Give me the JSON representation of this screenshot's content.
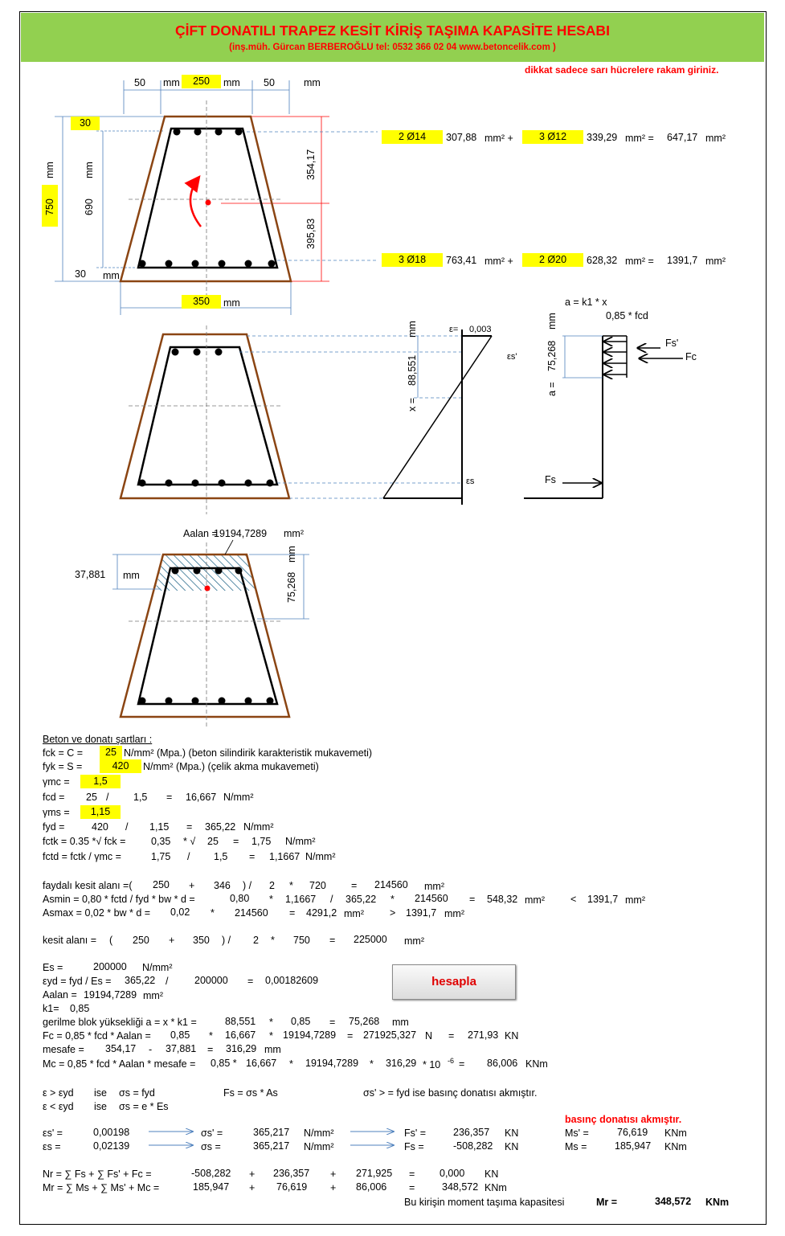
{
  "header": {
    "title": "ÇİFT DONATILI TRAPEZ KESİT KİRİŞ TAŞIMA KAPASİTE HESABI",
    "subtitle": "(inş.müh. Gürcan BERBEROĞLU tel: 0532 366 02 04    www.betoncelik.com )"
  },
  "warning": "dikkat sadece sarı hücrelere rakam giriniz.",
  "units": {
    "mm": "mm",
    "mm2": "mm²",
    "nmm2": "N/mm²",
    "kn": "KN",
    "knm": "KNm"
  },
  "geometry": {
    "left_offset": "50",
    "top_width": "250",
    "right_offset": "50",
    "bottom_width": "350",
    "cover_top": "30",
    "cover_bottom": "30",
    "height": "750",
    "inner_height": "690",
    "upper_dist": "354,17",
    "lower_dist": "395,83"
  },
  "rebar": {
    "top_1": "2 Ø14",
    "top_1_area": "307,88",
    "top_2": "3 Ø12",
    "top_2_area": "339,29",
    "top_total": "647,17",
    "bot_1": "3 Ø18",
    "bot_1_area": "763,41",
    "bot_2": "2 Ø20",
    "bot_2_area": "628,32",
    "bot_total": "1391,7",
    "unit_plus": "mm² +",
    "unit_eq": "mm² ="
  },
  "strain": {
    "eps_label": "ε=",
    "eps_cu": "0,003",
    "eps_s_prime": "εs'",
    "eps_s": "εs",
    "x_label": "x =",
    "x_val": "88,551",
    "a_label": "a =",
    "a_val": "75,268",
    "a_formula": "a = k1 * x",
    "fcd_formula": "0,85 * fcd",
    "fs_prime": "Fs'",
    "fc": "Fc",
    "fs": "Fs"
  },
  "hatch": {
    "aalan_label": "Aalan =",
    "aalan_val": "19194,7289",
    "aalan_unit": "mm²",
    "centroid": "37,881",
    "a_val": "75,268"
  },
  "conditions": {
    "heading": "Beton ve donatı şartları :",
    "fck_label": "fck = C =",
    "fck": "25",
    "fck_desc": "N/mm² (Mpa.) (beton silindirik karakteristik mukavemeti)",
    "fyk_label": "fyk = S =",
    "fyk": "420",
    "fyk_desc": "N/mm² (Mpa.) (çelik akma mukavemeti)",
    "gmc_label": "γmc =",
    "gmc": "1,5",
    "fcd_label": "fcd =",
    "fcd_a": "25",
    "fcd_op": "/",
    "fcd_b": "1,5",
    "fcd_eq": "=",
    "fcd_r": "16,667",
    "fcd_u": "N/mm²",
    "gms_label": "γms =",
    "gms": "1,15",
    "fyd_label": "fyd =",
    "fyd_a": "420",
    "fyd_b": "1,15",
    "fyd_r": "365,22",
    "fyd_u": "N/mm²",
    "fctk_label": "fctk = 0.35 *√ fck =",
    "fctk_a": "0,35",
    "fctk_op": "* √",
    "fctk_b": "25",
    "fctk_r": "1,75",
    "fctk_u": "N/mm²",
    "fctd_label": "fctd = fctk / γmc =",
    "fctd_a": "1,75",
    "fctd_b": "1,5",
    "fctd_r": "1,1667",
    "fctd_u": "N/mm²"
  },
  "section": {
    "fk_label": "faydalı kesit alanı =(",
    "fk_a": "250",
    "fk_plus": "+",
    "fk_b": "346",
    "fk_close": ")  /",
    "fk_c": "2",
    "fk_mul": "*",
    "fk_d": "720",
    "fk_eq": "=",
    "fk_r": "214560",
    "fk_u": "mm²",
    "asmin_label": "Asmin = 0,80 * fctd / fyd * bw * d =",
    "asmin_a": "0,80",
    "asmin_b": "1,1667",
    "asmin_c": "365,22",
    "asmin_d": "214560",
    "asmin_r": "548,32",
    "asmin_lt": "<",
    "asmin_cmp": "1391,7",
    "asmax_label": "Asmax = 0,02 * bw * d =",
    "asmax_a": "0,02",
    "asmax_b": "214560",
    "asmax_r": "4291,2",
    "asmax_gt": ">",
    "asmax_cmp": "1391,7",
    "ka_label": "kesit alanı =",
    "ka_open": "(",
    "ka_a": "250",
    "ka_b": "350",
    "ka_close": ")  /",
    "ka_c": "2",
    "ka_d": "750",
    "ka_r": "225000"
  },
  "calc": {
    "es_label": "Es =",
    "es": "200000",
    "es_u": "N/mm²",
    "eyd_label": "εyd = fyd / Es =",
    "eyd_a": "365,22",
    "eyd_b": "200000",
    "eyd_r": "0,00182609",
    "aalan_label": "Aalan =",
    "aalan": "19194,7289",
    "aalan_u": "mm²",
    "k1_label": "k1=",
    "k1": "0,85",
    "gby_label": "gerilme blok yüksekliği    a = x * k1 =",
    "gby_a": "88,551",
    "gby_b": "0,85",
    "gby_r": "75,268",
    "gby_u": "mm",
    "fc_label": "Fc = 0,85 * fcd * Aalan =",
    "fc_a": "0,85",
    "fc_b": "16,667",
    "fc_c": "19194,7289",
    "fc_r": "271925,327",
    "fc_n": "N",
    "fc_kn": "271,93",
    "fc_u": "KN",
    "mes_label": "mesafe =",
    "mes_a": "354,17",
    "mes_op": "-",
    "mes_b": "37,881",
    "mes_r": "316,29",
    "mes_u": "mm",
    "mc_label": "Mc = 0,85 * fcd * Aalan * mesafe =",
    "mc_a": "0,85 *",
    "mc_b": "16,667",
    "mc_c": "19194,7289",
    "mc_d": "316,29",
    "mc_e": "* 10",
    "mc_exp": "-6",
    "mc_r": "86,006",
    "mc_u": "KNm",
    "button": "hesapla"
  },
  "rules": {
    "r1_a": "ε  >  εyd",
    "r1_b": "ise",
    "r1_c": "σs = fyd",
    "r1_d": "Fs = σs * As",
    "r1_e": "σs'  > = fyd  ise basınç donatısı akmıştır.",
    "r2_a": "ε  <  εyd",
    "r2_b": "ise",
    "r2_c": "σs = e * Es",
    "status": "basınç donatısı akmıştır."
  },
  "results": {
    "esp_label": "εs' =",
    "esp": "0,00198",
    "ssp_label": "σs' =",
    "ssp": "365,217",
    "fsp_label": "Fs' =",
    "fsp": "236,357",
    "msp_label": "Ms' =",
    "msp": "76,619",
    "es_label": "εs =",
    "es": "0,02139",
    "ss_label": "σs =",
    "ss": "365,217",
    "fs_label": "Fs =",
    "fs": "-508,282",
    "ms_label": "Ms =",
    "ms": "185,947",
    "nr_label": "Nr = ∑ Fs + ∑ Fs' + Fc =",
    "nr_a": "-508,282",
    "nr_b": "236,357",
    "nr_c": "271,925",
    "nr_r": "0,000",
    "mr_label": "Mr = ∑ Ms + ∑ Ms' + Mc =",
    "mr_a": "185,947",
    "mr_b": "76,619",
    "mr_c": "86,006",
    "mr_r": "348,572",
    "cap_label": "Bu kirişin moment taşıma kapasitesi",
    "cap_mr": "Mr =",
    "cap_val": "348,572",
    "cap_u": "KNm"
  }
}
